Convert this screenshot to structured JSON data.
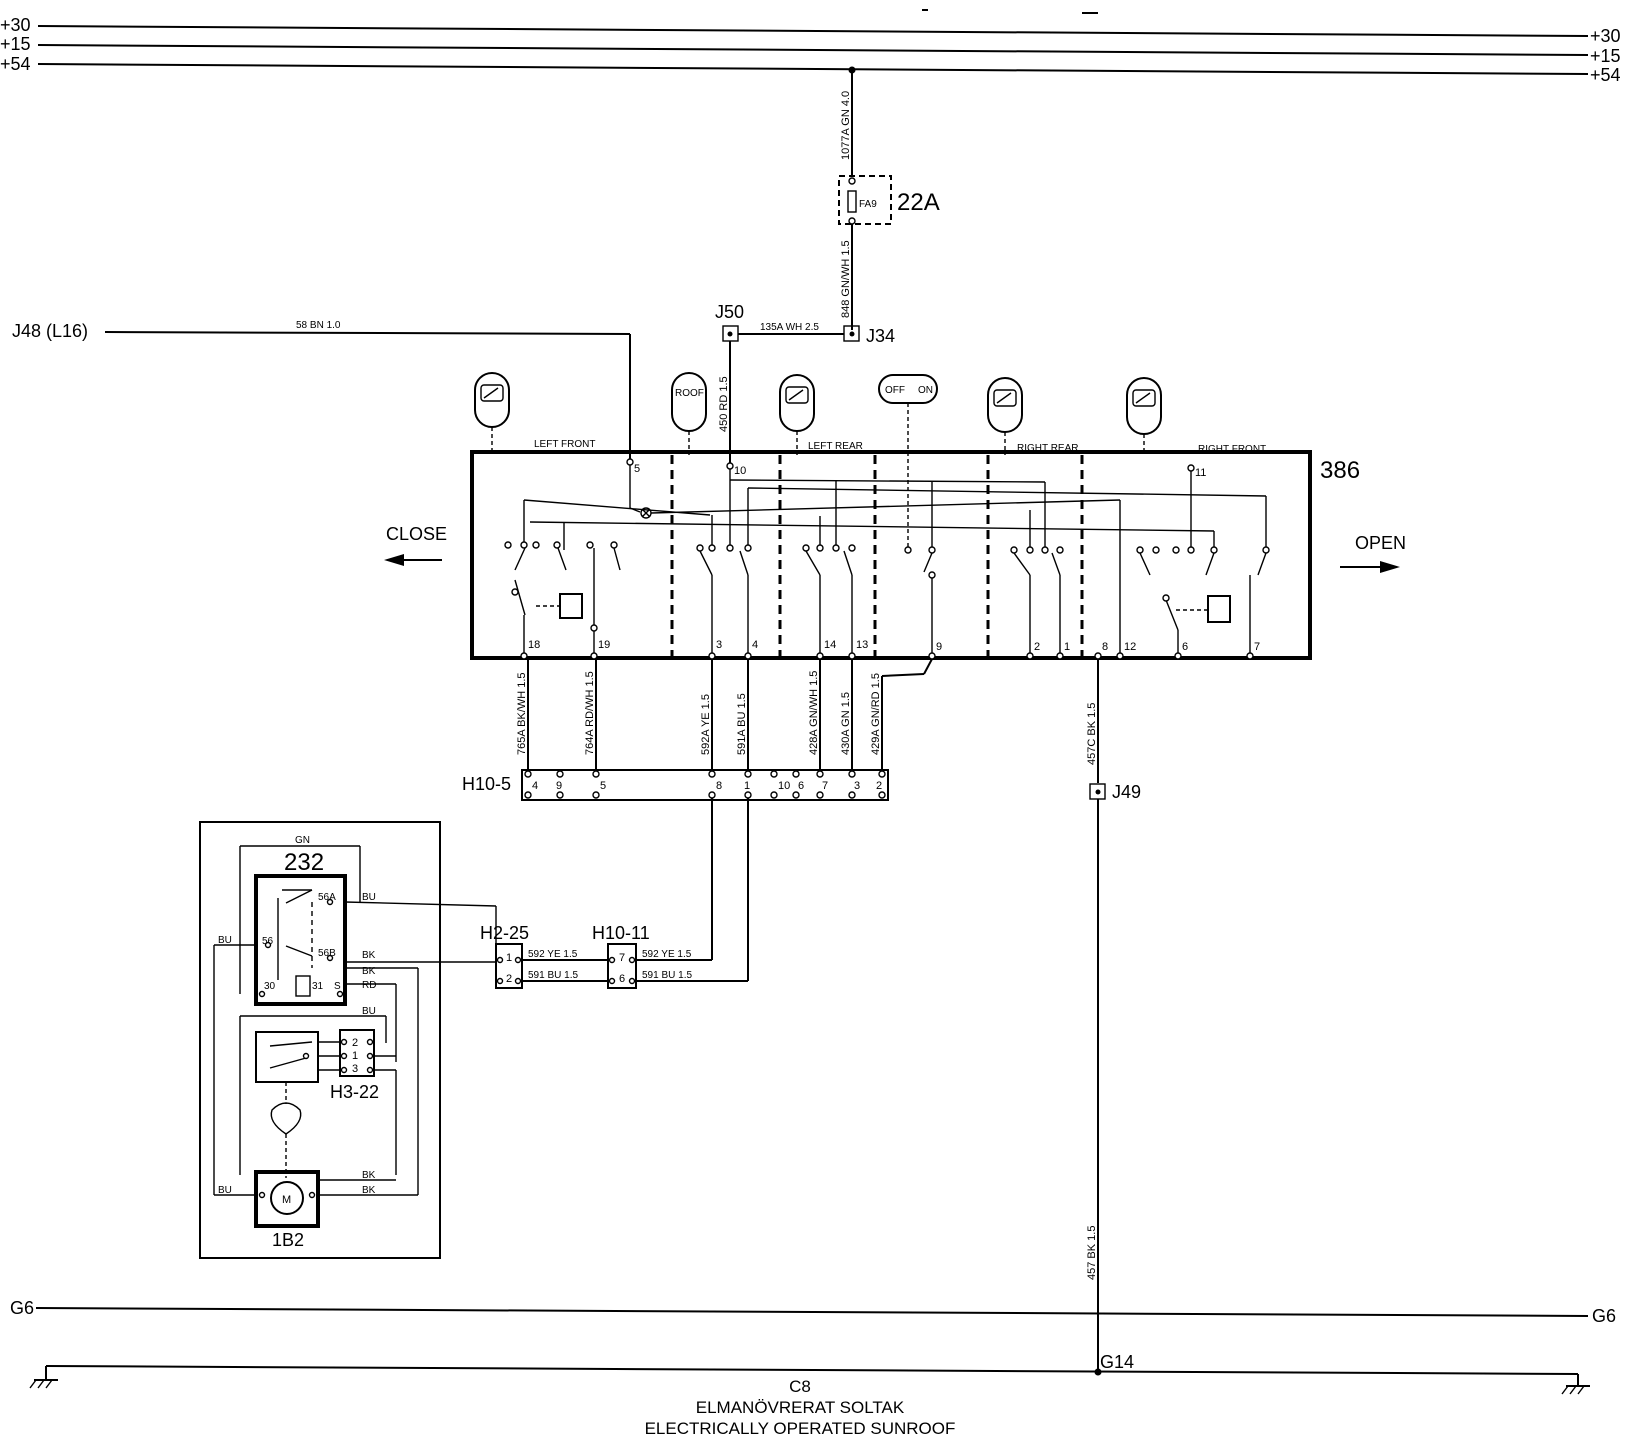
{
  "rails": {
    "plus30": "+30",
    "plus15": "+15",
    "plus54": "+54",
    "g6": "G6",
    "g14": "G14"
  },
  "fuse": {
    "id": "22A",
    "label": "FA9"
  },
  "wires": {
    "w1077a": "1077A GN 4.0",
    "w848": "848 GN/WH 1.5",
    "w135a": "135A WH 2.5",
    "w450": "450 RD 1.5",
    "w58": "58 BN 1.0",
    "w765a": "765A BK/WH 1.5",
    "w764a": "764A RD/WH 1.5",
    "w592a": "592A YE 1.5",
    "w591a": "591A BU 1.5",
    "w428a": "428A GN/WH 1.5",
    "w430a": "430A GN 1.5",
    "w429a": "429A GN/RD 1.5",
    "w457c": "457C BK 1.5",
    "w457": "457 BK 1.5",
    "w592": "592 YE 1.5",
    "w591": "591 BU 1.5"
  },
  "junctions": {
    "j48": "J48 (L16)",
    "j50": "J50",
    "j34": "J34",
    "j49": "J49"
  },
  "switch_panel": {
    "id": "386",
    "sections": [
      "LEFT FRONT",
      "LEFT REAR",
      "RIGHT REAR",
      "RIGHT FRONT"
    ],
    "roof_label": "ROOF",
    "off_label": "OFF",
    "on_label": "ON",
    "close_label": "CLOSE",
    "open_label": "OPEN",
    "top_pins": [
      "5",
      "10",
      "11"
    ],
    "bottom_pins": [
      "18",
      "19",
      "3",
      "4",
      "14",
      "13",
      "9",
      "2",
      "1",
      "8",
      "12",
      "6",
      "7"
    ]
  },
  "connectors": {
    "h10_5": {
      "label": "H10-5",
      "pins": [
        "4",
        "9",
        "5",
        "8",
        "1",
        "10",
        "6",
        "7",
        "3",
        "2"
      ]
    },
    "h2_25": {
      "label": "H2-25",
      "pins": [
        "1",
        "2"
      ]
    },
    "h10_11": {
      "label": "H10-11",
      "pins": [
        "7",
        "6"
      ]
    },
    "h3_22": {
      "label": "H3-22",
      "pins": [
        "2",
        "1",
        "3"
      ]
    }
  },
  "sunroof_module": {
    "relay_id": "232",
    "motor_id": "1B2",
    "motor_symbol": "M",
    "relay_terminals": [
      "56A",
      "56",
      "56B",
      "30",
      "31",
      "S"
    ],
    "wire_colors": {
      "gn": "GN",
      "bu": "BU",
      "bk": "BK",
      "rd": "RD"
    }
  },
  "footer": {
    "code": "C8",
    "title_swedish": "ELMANÖVRERAT SOLTAK",
    "title_english": "ELECTRICALLY OPERATED SUNROOF"
  }
}
